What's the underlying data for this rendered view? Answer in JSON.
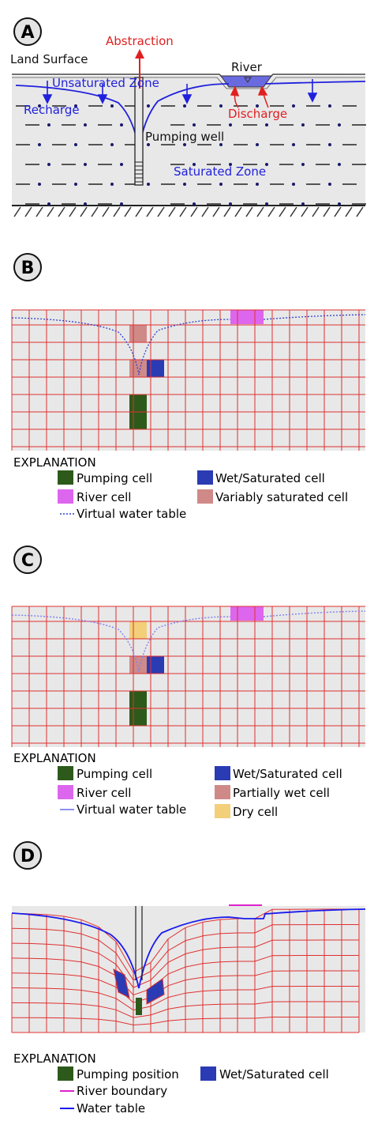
{
  "panels": {
    "a": {
      "letter": "A",
      "land_surface": "Land Surface",
      "abstraction": "Abstraction",
      "river": "River",
      "unsaturated_zone": "Unsaturated Zone",
      "recharge": "Recharge",
      "discharge": "Discharge",
      "pumping_well": "Pumping well",
      "saturated_zone": "Saturated Zone"
    },
    "b": {
      "letter": "B",
      "explanation": "EXPLANATION",
      "legend": {
        "pumping": "Pumping cell",
        "wet": "Wet/Saturated cell",
        "river": "River cell",
        "variably": "Variably saturated cell",
        "virtual": "Virtual water table"
      }
    },
    "c": {
      "letter": "C",
      "explanation": "EXPLANATION",
      "legend": {
        "pumping": "Pumping cell",
        "wet": "Wet/Saturated cell",
        "river": "River cell",
        "partial": "Partially wet cell",
        "virtual": "Virtual water table",
        "dry": "Dry cell"
      }
    },
    "d": {
      "letter": "D",
      "explanation": "EXPLANATION",
      "legend": {
        "pumping": "Pumping position",
        "wet": "Wet/Saturated cell",
        "river": "River boundary",
        "water_table": "Water table"
      }
    }
  },
  "colors": {
    "grid": "#e03030",
    "pumping": "#2d5a1b",
    "wet": "#2b3bb3",
    "river": "#dd66ee",
    "variably": "#cf8a88",
    "partial": "#cf8a88",
    "dry": "#f3cf7a",
    "water_blue": "#2020dd",
    "annotation_red": "#e02020",
    "ground": "#e8e8e8"
  }
}
